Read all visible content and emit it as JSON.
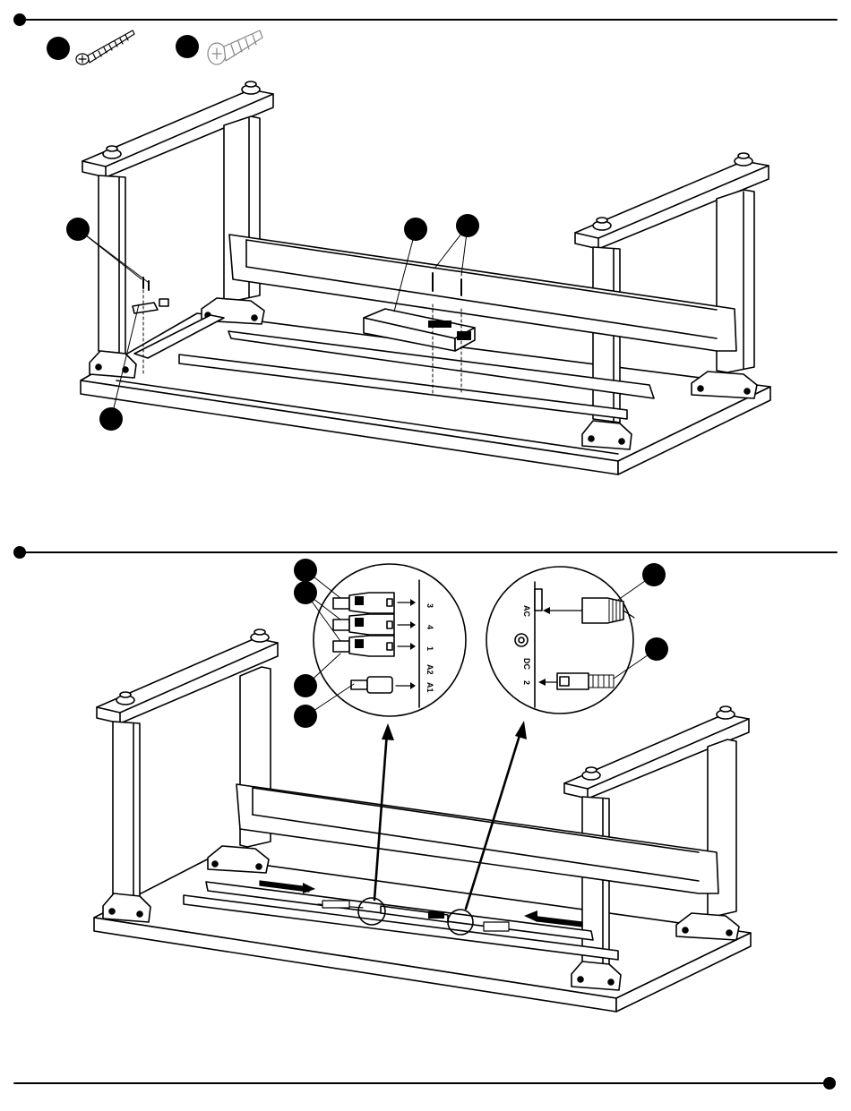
{
  "step1": {
    "part_icons": [
      "screw-long-icon",
      "screw-short-icon"
    ],
    "callouts": [
      "",
      "",
      "",
      "",
      ""
    ]
  },
  "step2": {
    "port_labels": [
      "3",
      "4",
      "1",
      "A2",
      "A1"
    ],
    "power_labels": [
      "AC",
      "DC",
      "2"
    ],
    "callouts": [
      "",
      "",
      "",
      "",
      "",
      ""
    ]
  },
  "colors": {
    "ink": "#000000",
    "paper": "#ffffff",
    "shade": "#d9d9d9"
  }
}
